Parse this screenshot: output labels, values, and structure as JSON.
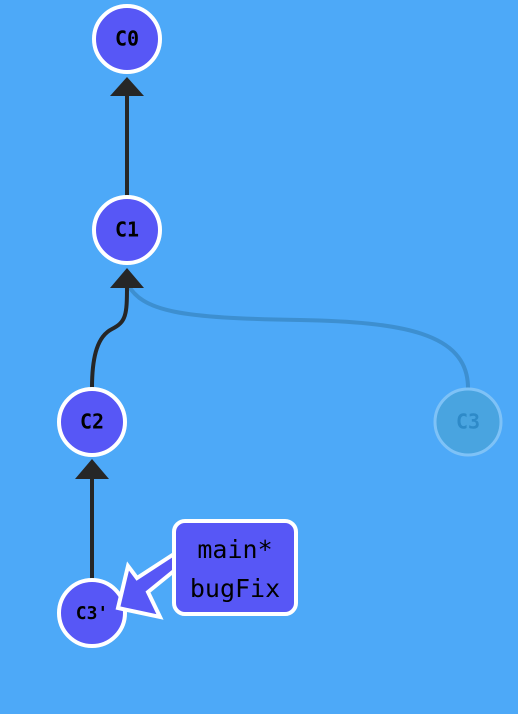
{
  "colors": {
    "background": "#4da9f8",
    "commit_fill": "#5757f6",
    "commit_stroke": "#ffffff",
    "edge": "#262626",
    "ghost_fill": "#49a4e0",
    "ghost_stroke": "#7ec2f7",
    "ghost_text": "#2e8ac8",
    "ghost_edge": "#3d8fd0",
    "label_text": "#000000"
  },
  "graph": {
    "commits": [
      {
        "id": "C0",
        "label": "C0",
        "state": "normal"
      },
      {
        "id": "C1",
        "label": "C1",
        "state": "normal"
      },
      {
        "id": "C2",
        "label": "C2",
        "state": "normal"
      },
      {
        "id": "C3",
        "label": "C3",
        "state": "ghost"
      },
      {
        "id": "C3p",
        "label": "C3'",
        "state": "normal"
      }
    ],
    "edges": [
      {
        "from": "C1",
        "to": "C0",
        "state": "normal"
      },
      {
        "from": "C2",
        "to": "C1",
        "state": "normal"
      },
      {
        "from": "C3",
        "to": "C1",
        "state": "ghost"
      },
      {
        "from": "C3p",
        "to": "C2",
        "state": "normal"
      }
    ],
    "branch_tag": {
      "target": "C3p",
      "lines": [
        "main*",
        "bugFix"
      ]
    }
  }
}
